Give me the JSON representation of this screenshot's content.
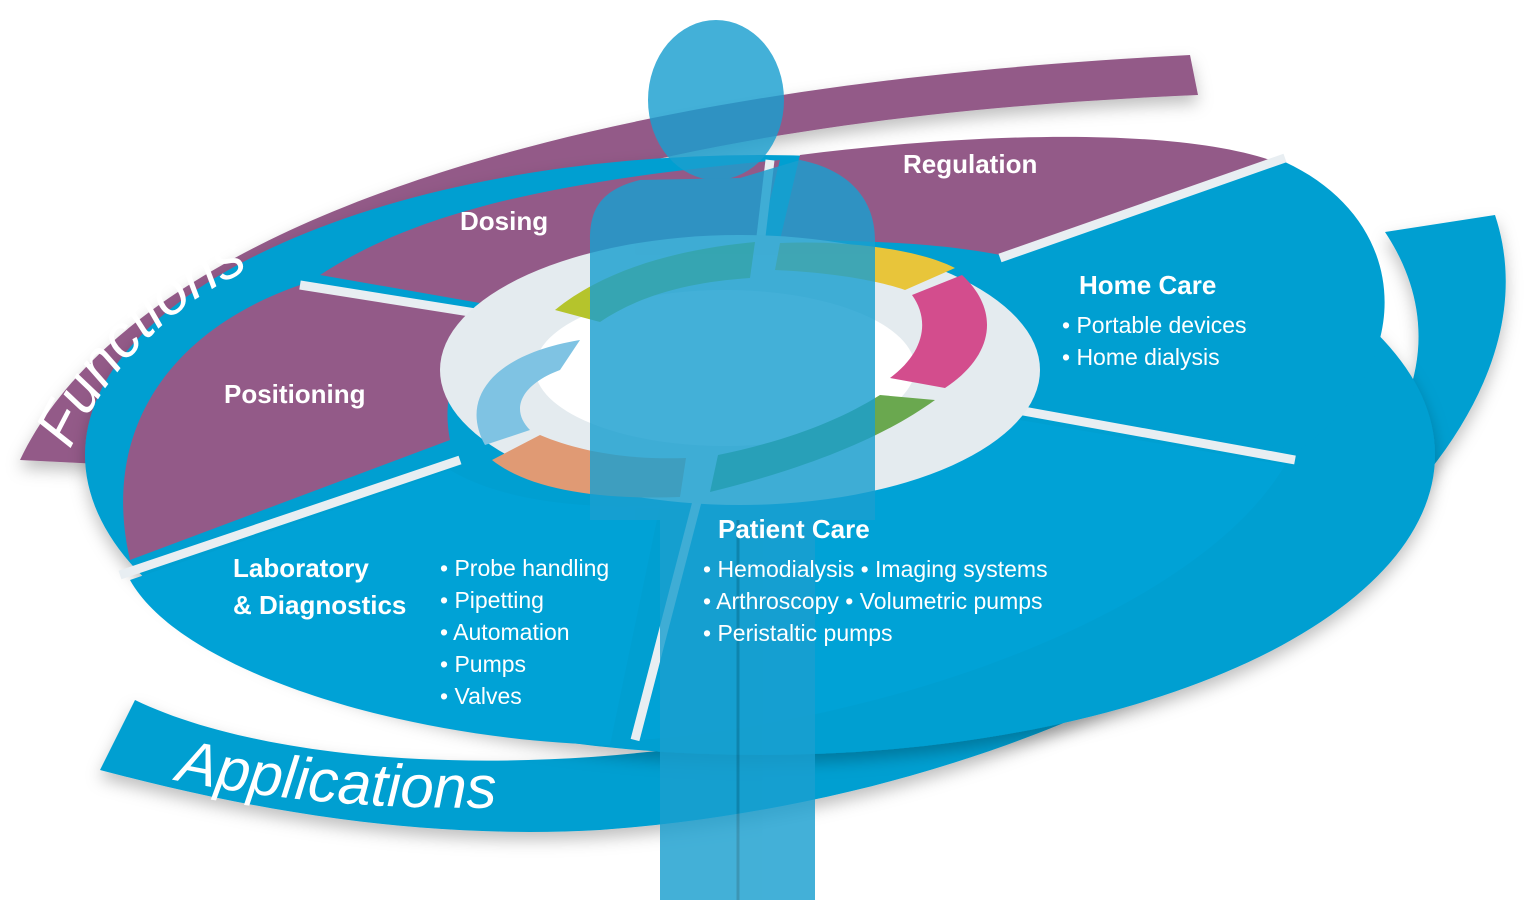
{
  "colors": {
    "functions": "#935a88",
    "applications": "#009fd1",
    "human": "#1a9fcf",
    "ring": [
      "#b5c42c",
      "#e8c53a",
      "#d34d8d",
      "#6aa84f",
      "#e09a74",
      "#7fc3e3"
    ]
  },
  "icons": [
    "human-figure-icon"
  ],
  "functions": {
    "label": "Functions",
    "segments": {
      "dosing": "Dosing",
      "regulation": "Regulation",
      "positioning": "Positioning"
    }
  },
  "applications": {
    "label": "Applications",
    "home_care": {
      "title": "Home Care",
      "items": [
        "• Portable devices",
        "• Home dialysis"
      ]
    },
    "patient_care": {
      "title": "Patient Care",
      "items": [
        "• Hemodialysis • Imaging systems",
        "• Arthroscopy • Volumetric pumps",
        "• Peristaltic pumps"
      ]
    },
    "lab": {
      "title_line1": "Laboratory",
      "title_line2": "& Diagnostics",
      "items": [
        "• Probe handling",
        "• Pipetting",
        "• Automation",
        "• Pumps",
        "• Valves"
      ]
    }
  }
}
